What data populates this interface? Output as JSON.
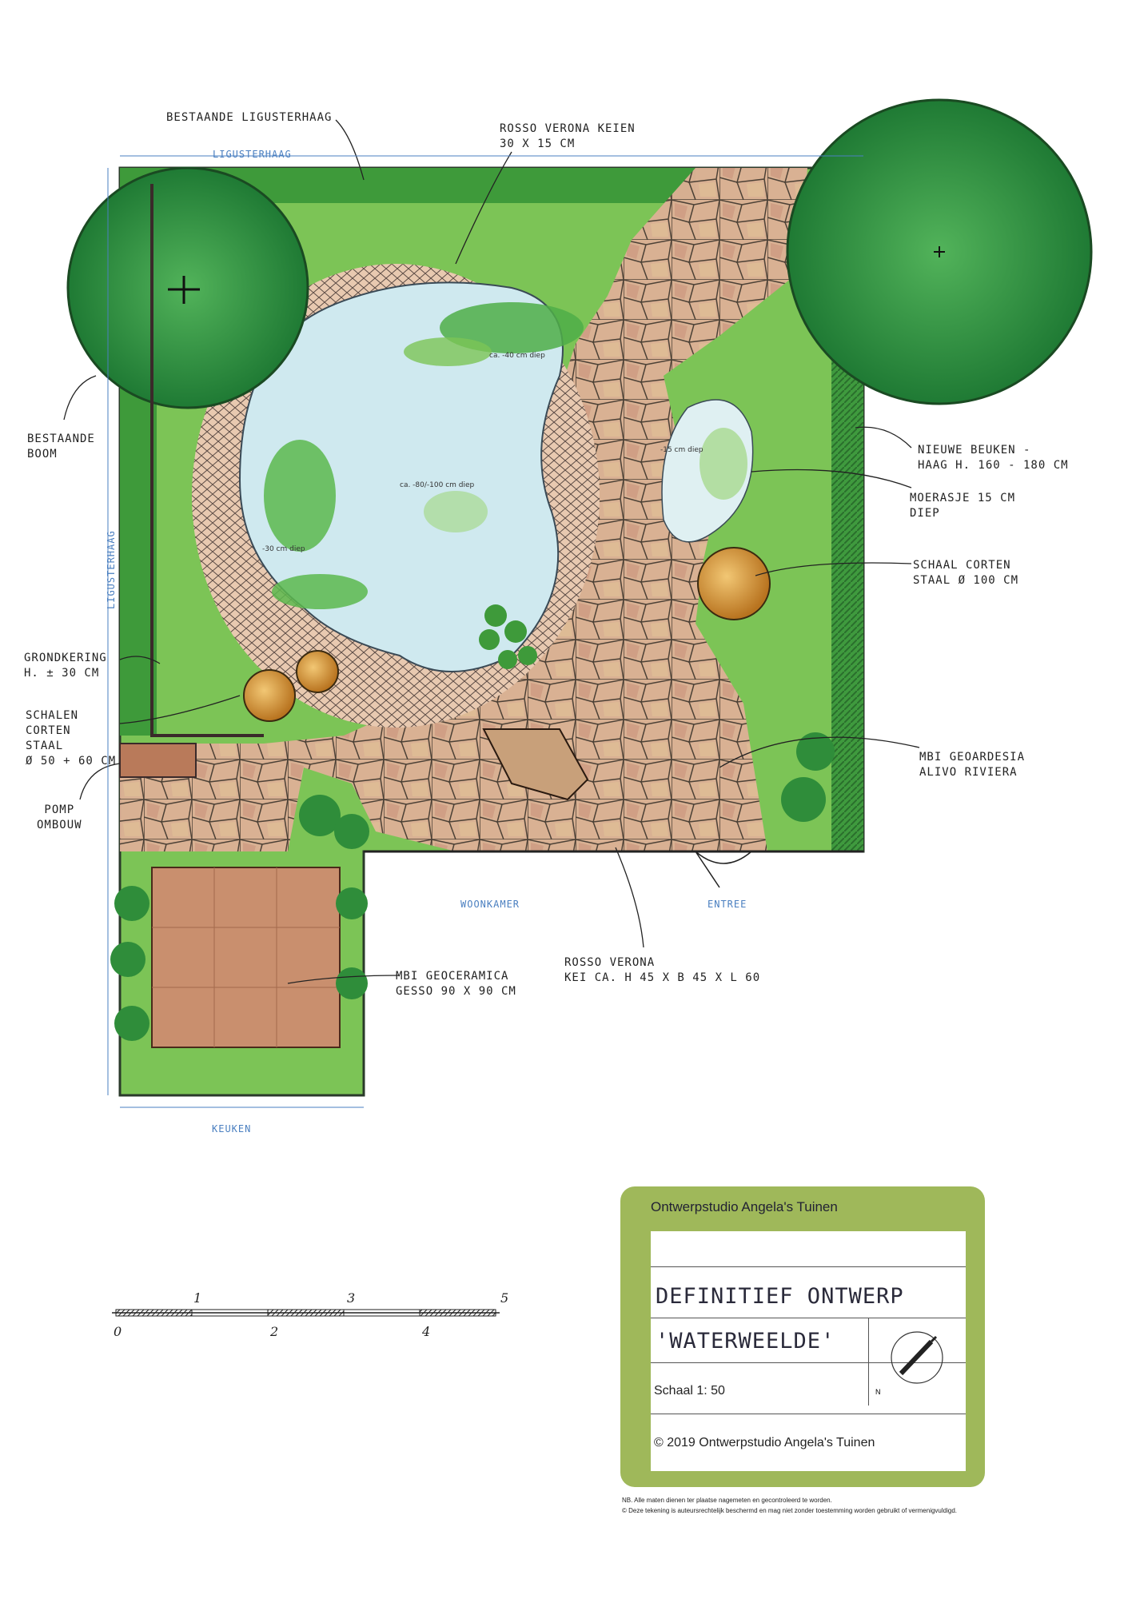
{
  "labels": {
    "bestaande_liguster": "BESTAANDE LIGUSTERHAAG",
    "rosso_keien": "ROSSO VERONA KEIEN\n30 X 15 CM",
    "bestaande_boom": "BESTAANDE\nBOOM",
    "nieuwe_beuken": "NIEUWE BEUKEN -\nHAAG  H. 160 - 180 CM",
    "moerasje": "MOERASJE  15 CM\nDIEP",
    "schaal_corten": "SCHAAL  CORTEN\nSTAAL   Ø 100 CM",
    "grondkering": "GRONDKERING\nH. ± 30 CM",
    "schalen_corten": "SCHALEN\nCORTEN\nSTAAL\nØ 50 + 60 CM",
    "pomp": "POMP\nOMBOUW",
    "mbi_geoardesia": "MBI GEOARDESIA\nALIVO RIVIERA",
    "rosso_kei": "ROSSO VERONA\nKEI CA. H 45 X B 45 X L 60",
    "mbi_geoceramica": "MBI GEOCERAMICA\nGESSO 90 X 90 CM"
  },
  "boundary_labels": {
    "ligusterhaag_top": "LIGUSTERHAAG",
    "ligusterhaag_left": "LIGUSTERHAAG",
    "woonkamer": "WOONKAMER",
    "entree": "ENTREE",
    "keuken": "KEUKEN"
  },
  "depths": {
    "d40": "ca. -40 cm diep",
    "d15": "-15 cm diep",
    "d80": "ca. -80/-100 cm diep",
    "d30": "-30 cm diep"
  },
  "scale_bar": {
    "labels": [
      "0",
      "1",
      "2",
      "3",
      "4",
      "5"
    ]
  },
  "title_block": {
    "studio": "Ontwerpstudio Angela's Tuinen",
    "line1": "DEFINITIEF ONTWERP",
    "line2": "'WATERWEELDE'",
    "scale": "Schaal 1: 50",
    "copyright": "© 2019 Ontwerpstudio Angela's Tuinen",
    "north": "N"
  },
  "notes": {
    "nb": "NB. Alle maten dienen ter plaatse nagemeten en gecontroleerd te worden.",
    "copyright": "© Deze tekening is auteursrechtelijk beschermd en mag niet zonder toestemming worden gebruikt of vermenigvuldigd."
  },
  "colors": {
    "grass": "#7cc456",
    "hedge": "#3e9a3a",
    "tree": "#2f8d3a",
    "water": "#cfe9ef",
    "stone": "#d9a88a",
    "terrace": "#c98f6e",
    "corten": "#d99a3a",
    "titleblock": "#9fb85a"
  }
}
